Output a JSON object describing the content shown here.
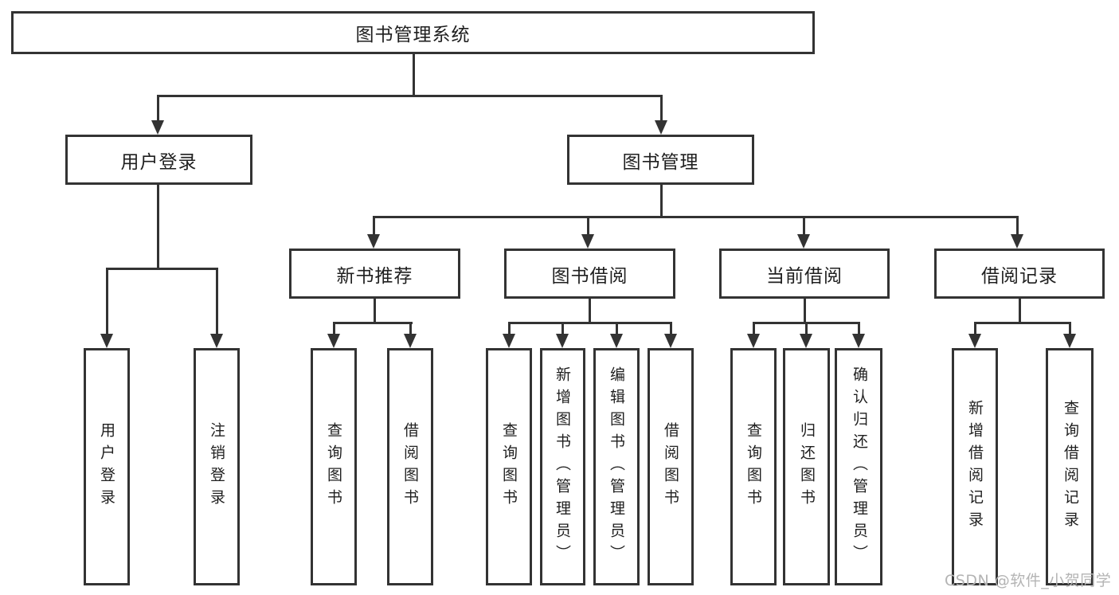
{
  "diagram": {
    "root": {
      "label": "图书管理系统"
    },
    "level1": [
      {
        "label": "用户登录"
      },
      {
        "label": "图书管理"
      }
    ],
    "level2": [
      {
        "label": "新书推荐"
      },
      {
        "label": "图书借阅"
      },
      {
        "label": "当前借阅"
      },
      {
        "label": "借阅记录"
      }
    ],
    "leaves": [
      {
        "label": "用户登录"
      },
      {
        "label": "注销登录"
      },
      {
        "label": "查询图书"
      },
      {
        "label": "借阅图书"
      },
      {
        "label": "查询图书"
      },
      {
        "label": "新增图书（管理员）"
      },
      {
        "label": "编辑图书（管理员）"
      },
      {
        "label": "借阅图书"
      },
      {
        "label": "查询图书"
      },
      {
        "label": "归还图书"
      },
      {
        "label": "确认归还（管理员）"
      },
      {
        "label": "新增借阅记录"
      },
      {
        "label": "查询借阅记录"
      }
    ]
  },
  "watermark": {
    "text": "CSDN @软件_小贺同学"
  },
  "colors": {
    "line": "#333333",
    "text": "#1f1f1f",
    "watermark": "#b4b4b4",
    "background": "#ffffff"
  }
}
